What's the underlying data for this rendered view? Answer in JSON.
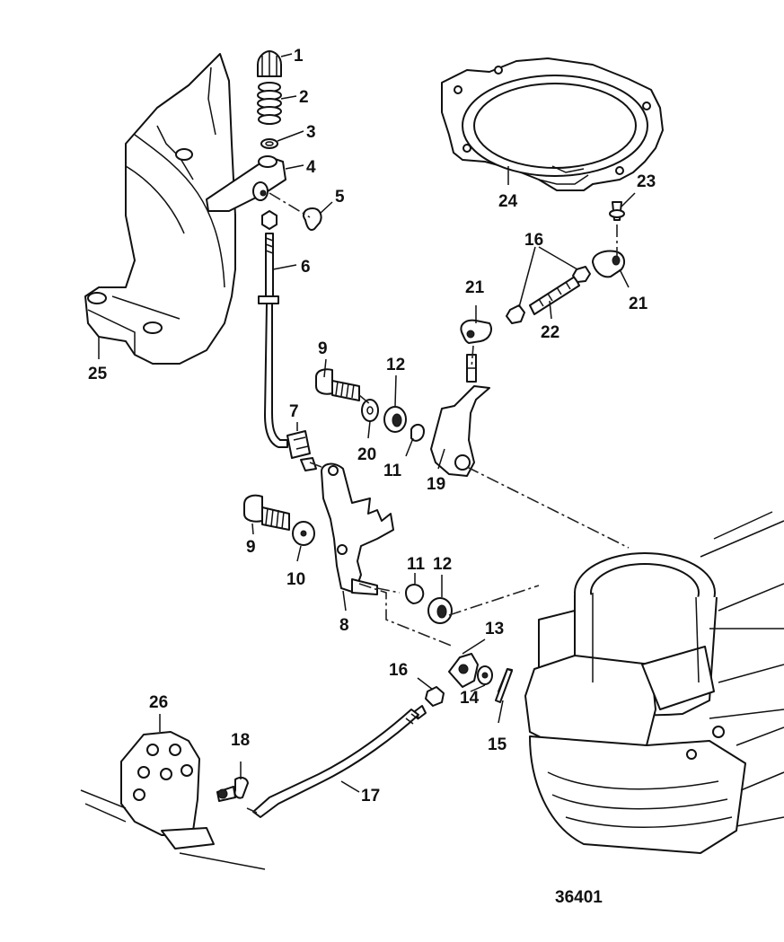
{
  "diagram": {
    "figure_number": "36401",
    "callouts": [
      {
        "id": "c1",
        "text": "1"
      },
      {
        "id": "c2",
        "text": "2"
      },
      {
        "id": "c3",
        "text": "3"
      },
      {
        "id": "c4",
        "text": "4"
      },
      {
        "id": "c5",
        "text": "5"
      },
      {
        "id": "c6",
        "text": "6"
      },
      {
        "id": "c7",
        "text": "7"
      },
      {
        "id": "c8",
        "text": "8"
      },
      {
        "id": "c9a",
        "text": "9"
      },
      {
        "id": "c9b",
        "text": "9"
      },
      {
        "id": "c10",
        "text": "10"
      },
      {
        "id": "c11a",
        "text": "11"
      },
      {
        "id": "c11b",
        "text": "11"
      },
      {
        "id": "c12a",
        "text": "12"
      },
      {
        "id": "c12b",
        "text": "12"
      },
      {
        "id": "c13",
        "text": "13"
      },
      {
        "id": "c14",
        "text": "14"
      },
      {
        "id": "c15",
        "text": "15"
      },
      {
        "id": "c16a",
        "text": "16"
      },
      {
        "id": "c16b",
        "text": "16"
      },
      {
        "id": "c17",
        "text": "17"
      },
      {
        "id": "c18",
        "text": "18"
      },
      {
        "id": "c19",
        "text": "19"
      },
      {
        "id": "c20",
        "text": "20"
      },
      {
        "id": "c21a",
        "text": "21"
      },
      {
        "id": "c21b",
        "text": "21"
      },
      {
        "id": "c22",
        "text": "22"
      },
      {
        "id": "c23",
        "text": "23"
      },
      {
        "id": "c24",
        "text": "24"
      },
      {
        "id": "c25",
        "text": "25"
      },
      {
        "id": "c26",
        "text": "26"
      }
    ]
  }
}
